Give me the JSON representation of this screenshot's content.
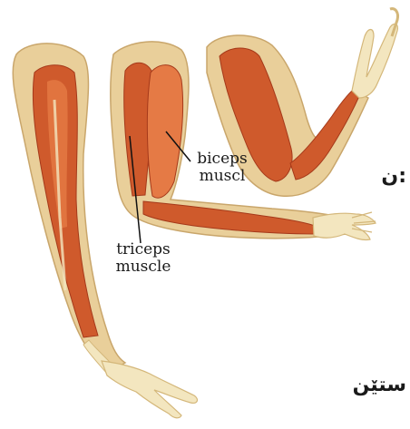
{
  "labels": {
    "biceps_line1": "biceps",
    "biceps_line2": "muscl",
    "triceps_line1": "triceps",
    "triceps_line2": "muscle"
  },
  "side_text": {
    "top_fragment": "ن:",
    "bottom_fragment": "ستێن"
  },
  "colors": {
    "skin": "#e9cf9a",
    "skin_shadow": "#c9a66b",
    "muscle": "#cf5a2c",
    "muscle_dark": "#a5391a",
    "muscle_light": "#e57a45",
    "bone": "#f3e6bf",
    "bone_outline": "#d4b77a",
    "leader_line": "#111111"
  }
}
